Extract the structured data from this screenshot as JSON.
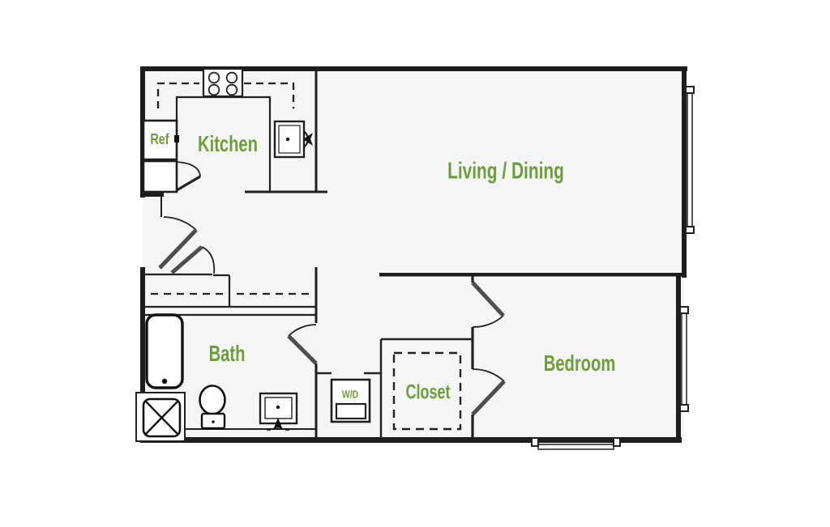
{
  "plan": {
    "rooms": {
      "kitchen": {
        "label": "Kitchen"
      },
      "living_dining": {
        "label": "Living / Dining"
      },
      "bath": {
        "label": "Bath"
      },
      "closet": {
        "label": "Closet"
      },
      "bedroom": {
        "label": "Bedroom"
      }
    },
    "appliances": {
      "refrigerator": {
        "label": "Ref"
      },
      "washer_dryer": {
        "label": "W/D"
      }
    },
    "colors": {
      "label_green": "#6f9d3b",
      "wall_black": "#1d1d1d",
      "floor_fill": "#f4f5f6",
      "door_gray": "#4d4d4d",
      "background": "#ffffff"
    }
  }
}
